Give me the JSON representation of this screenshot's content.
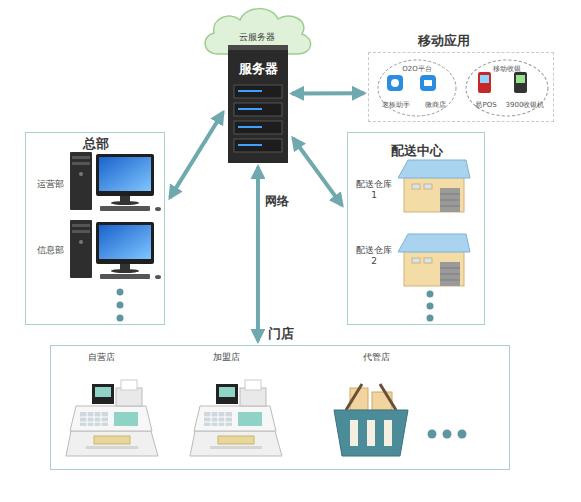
{
  "diagram": {
    "nodes": [
      {
        "text": [
          "云服务器"
        ]
      },
      {
        "text": [
          "服务器"
        ]
      },
      {
        "text": [
          "移动应用"
        ]
      },
      {
        "text": [
          "O2O平台",
          "老板助手",
          "微商店"
        ],
        "in": 2
      },
      {
        "text": [
          "移动收银",
          "易POS",
          "3900收银机"
        ],
        "in": 2
      },
      {
        "text": [
          "总部",
          "运营部",
          "信息部"
        ]
      },
      {
        "text": [
          "配送中心",
          "配送仓库 1",
          "配送仓库 2"
        ]
      },
      {
        "text": [
          "门店",
          "自营店",
          "加盟店",
          "代管店"
        ]
      }
    ],
    "edges": [
      {
        "from": 1,
        "to": 2,
        "arrow": "both"
      },
      {
        "from": 1,
        "to": 5,
        "arrow": "both"
      },
      {
        "from": 1,
        "to": 6,
        "arrow": "both"
      },
      {
        "from": 1,
        "to": 7,
        "label": "网络",
        "arrow": "both"
      }
    ]
  }
}
